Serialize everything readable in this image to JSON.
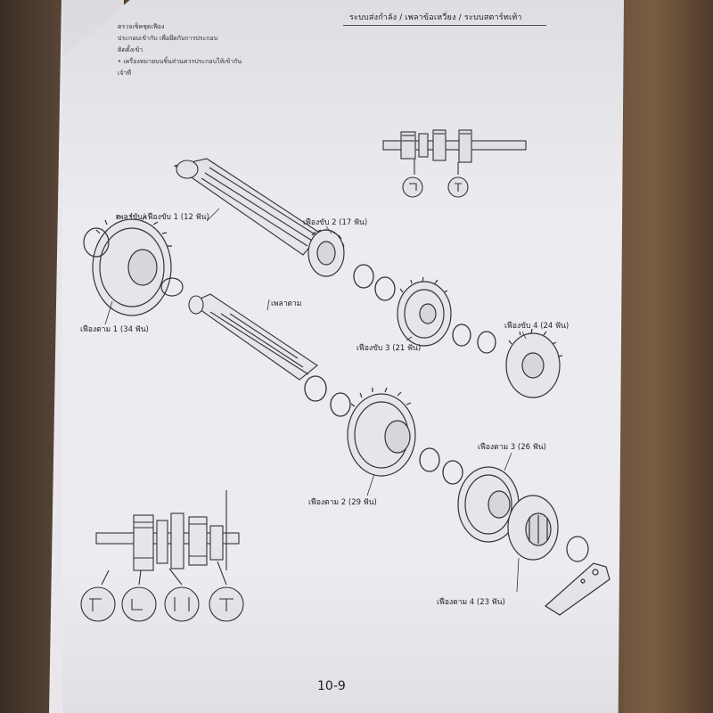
{
  "page": {
    "header": "ระบบส่งกำลัง / เพลาข้อเหวี่ยง / ระบบสตาร์ทเท้า",
    "notes": [
      "ตรวจเช็คชุดเฟือง",
      "ประกอบเข้ากับ เพื่อยึดกับการประกอบ",
      "ติดตั้งเข้า",
      "• เครื่องหมายบนชิ้นส่วนควรประกอบให้เข้ากัน",
      "  เจ้าที่"
    ],
    "page_number": "10-9"
  },
  "diagram": {
    "labels": {
      "main_shaft_gear1": "เพลาขับ/เฟืองขับ 1 (12 ฟัน)",
      "drive_gear2": "เฟืองขับ 2 (17 ฟัน)",
      "driven_gear1": "เฟืองตาม 1 (34 ฟัน)",
      "counter_shaft": "เพลาตาม",
      "drive_gear3": "เฟืองขับ 3 (21 ฟัน)",
      "drive_gear4": "เฟืองขับ 4 (24 ฟัน)",
      "driven_gear3": "เฟืองตาม 3 (26 ฟัน)",
      "driven_gear2": "เฟืองตาม 2 (29 ฟัน)",
      "driven_gear4": "เฟืองตาม 4 (23 ฟัน)"
    }
  }
}
